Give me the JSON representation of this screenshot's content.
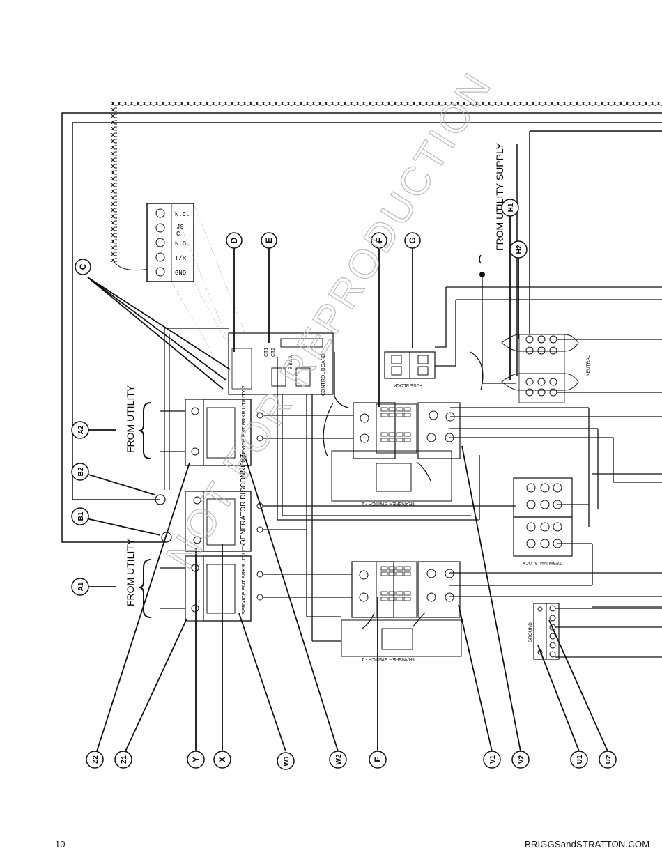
{
  "page": {
    "number": "10",
    "website": "BRIGGSandSTRATTON.COM",
    "watermark": "NOT FOR REPRODUCTION"
  },
  "connector_j9": {
    "id": "J9",
    "sub": "C",
    "pins": [
      "N.C.",
      "N.O.",
      "T/R",
      "GND"
    ]
  },
  "callouts": {
    "top": [
      "C",
      "D",
      "E",
      "F",
      "G",
      "H2",
      "H1"
    ],
    "left": [
      "A2",
      "B2",
      "B1",
      "A1"
    ],
    "bottom": [
      "Z2",
      "Z1",
      "Y",
      "X",
      "W1",
      "W2",
      "F",
      "V1",
      "V2",
      "U1",
      "U2"
    ]
  },
  "labels": {
    "from_utility": "FROM UTILITY",
    "from_utility_supply": "FROM UTILITY SUPPLY",
    "breaker_utility_2": "SERVICE ENT BRKR UTILITY 2",
    "breaker_generator": "GENERATOR DISCONNECT",
    "breaker_utility_1": "SERVICE ENT BRKR UTILITY 1",
    "control_board": "CONTROL BOARD",
    "fuse_block": "FUSE BLOCK",
    "neutral": "NEUTRAL",
    "terminal_block": "TERMINAL BLOCK",
    "ground": "GROUND",
    "transfer_switch_2": "TRANSFER SWITCH - 2",
    "transfer_switch_1": "TRANSFER SWITCH - 1",
    "ct1": "CT1",
    "ct2": "CT2",
    "cb_pins": "B B A A"
  },
  "colors": {
    "ink": "#111111",
    "faint": "#888888"
  }
}
